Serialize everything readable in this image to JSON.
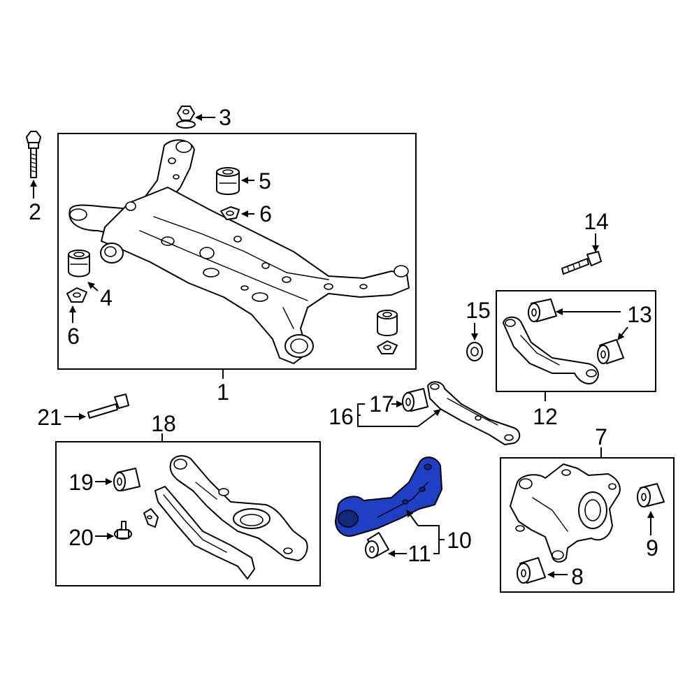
{
  "diagram": {
    "highlight_color": "#1f3fc4",
    "callouts": {
      "c1": "1",
      "c2": "2",
      "c3": "3",
      "c4": "4",
      "c5": "5",
      "c6a": "6",
      "c6b": "6",
      "c7": "7",
      "c8": "8",
      "c9": "9",
      "c10": "10",
      "c11": "11",
      "c12": "12",
      "c13": "13",
      "c14": "14",
      "c15": "15",
      "c16": "16",
      "c17": "17",
      "c18": "18",
      "c19": "19",
      "c20": "20",
      "c21": "21"
    }
  }
}
